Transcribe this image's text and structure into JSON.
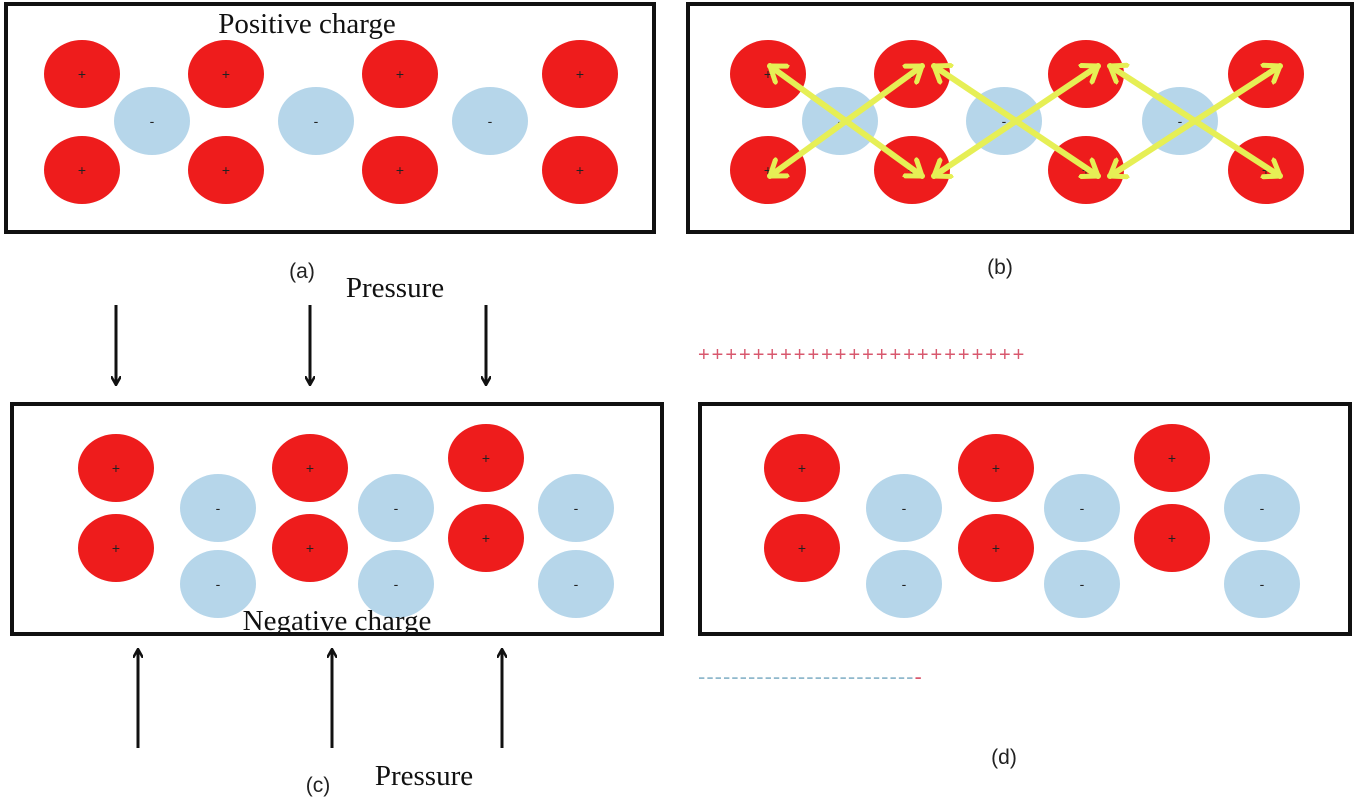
{
  "labels": {
    "positive_charge": "Positive charge",
    "negative_charge": "Negative charge",
    "pressure_top": "Pressure",
    "pressure_bottom": "Pressure",
    "panel_a": "(a)",
    "panel_b": "(b)",
    "panel_c": "(c)",
    "panel_d": "(d)"
  },
  "signs": {
    "positive": "+",
    "negative": "-"
  },
  "surface_charges": {
    "top_row": "++++++++++++++++++++++++",
    "bottom_row": "--------------------------",
    "bottom_row_end": "-"
  },
  "colors": {
    "positive_ion": "#ee1c1c",
    "negative_ion": "#b6d6ea",
    "dipole_arrow": "#e6ef55",
    "frame": "#111111",
    "surface_positive": "#d8586e",
    "surface_negative": "#8fb8cc"
  },
  "icons": {
    "pressure_arrow_down": "arrow-down-icon",
    "pressure_arrow_up": "arrow-up-icon",
    "dipole": "double-headed-arrow-icon"
  }
}
